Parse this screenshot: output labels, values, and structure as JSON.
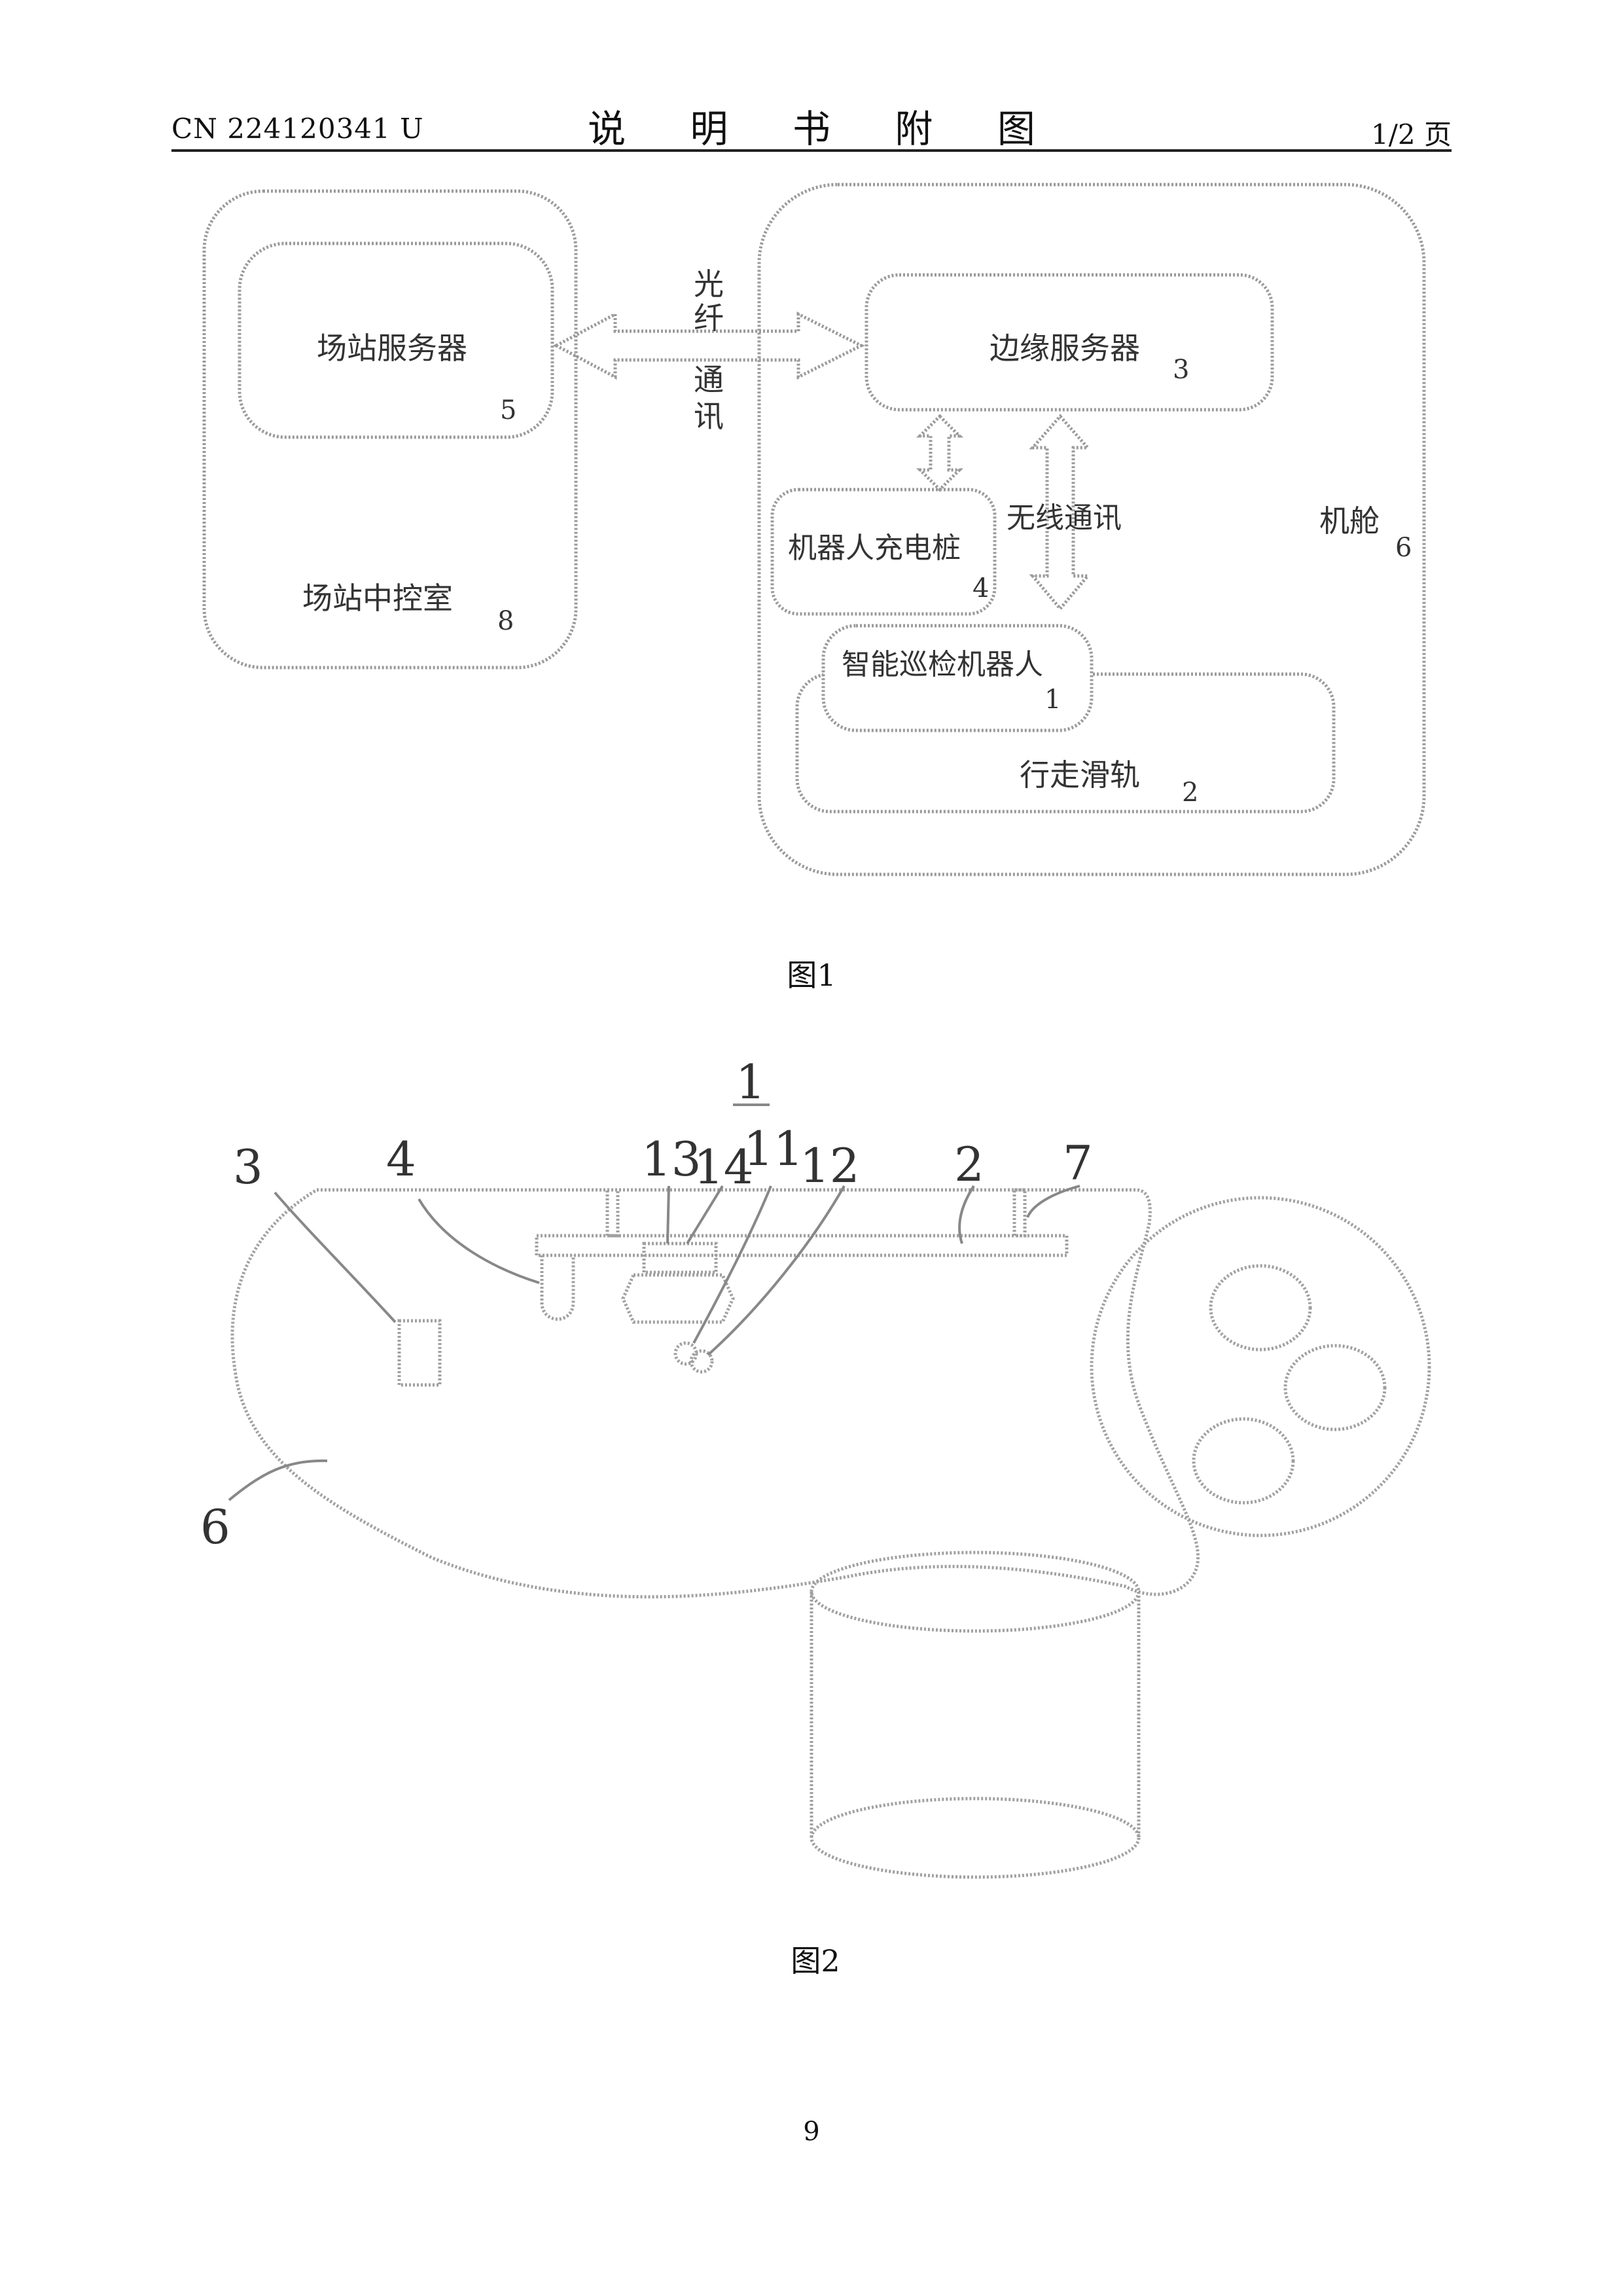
{
  "header": {
    "doc_number": "CN 224120341 U",
    "title": "说 明 书 附 图",
    "page_info": "1/2 页"
  },
  "figure1": {
    "caption": "图1",
    "station_server": "场站服务器",
    "station_server_num": "5",
    "station_control_room": "场站中控室",
    "station_control_room_num": "8",
    "fiber_comm": [
      "光",
      "纤",
      "通",
      "讯"
    ],
    "edge_server": "边缘服务器",
    "edge_server_num": "3",
    "charging_pile": "机器人充电桩",
    "charging_pile_num": "4",
    "wireless_comm": "无线通讯",
    "nacelle": "机舱",
    "nacelle_num": "6",
    "robot": "智能巡检机器人",
    "robot_num": "1",
    "rail": "行走滑轨",
    "rail_num": "2"
  },
  "figure2": {
    "caption": "图2",
    "labels": {
      "l1": "1",
      "l2": "2",
      "l3": "3",
      "l4": "4",
      "l6": "6",
      "l7": "7",
      "l11": "11",
      "l12": "12",
      "l13": "13",
      "l14": "14"
    }
  },
  "footer": {
    "page_number": "9"
  },
  "colors": {
    "line": "#9a9a9a",
    "text": "#333333"
  }
}
